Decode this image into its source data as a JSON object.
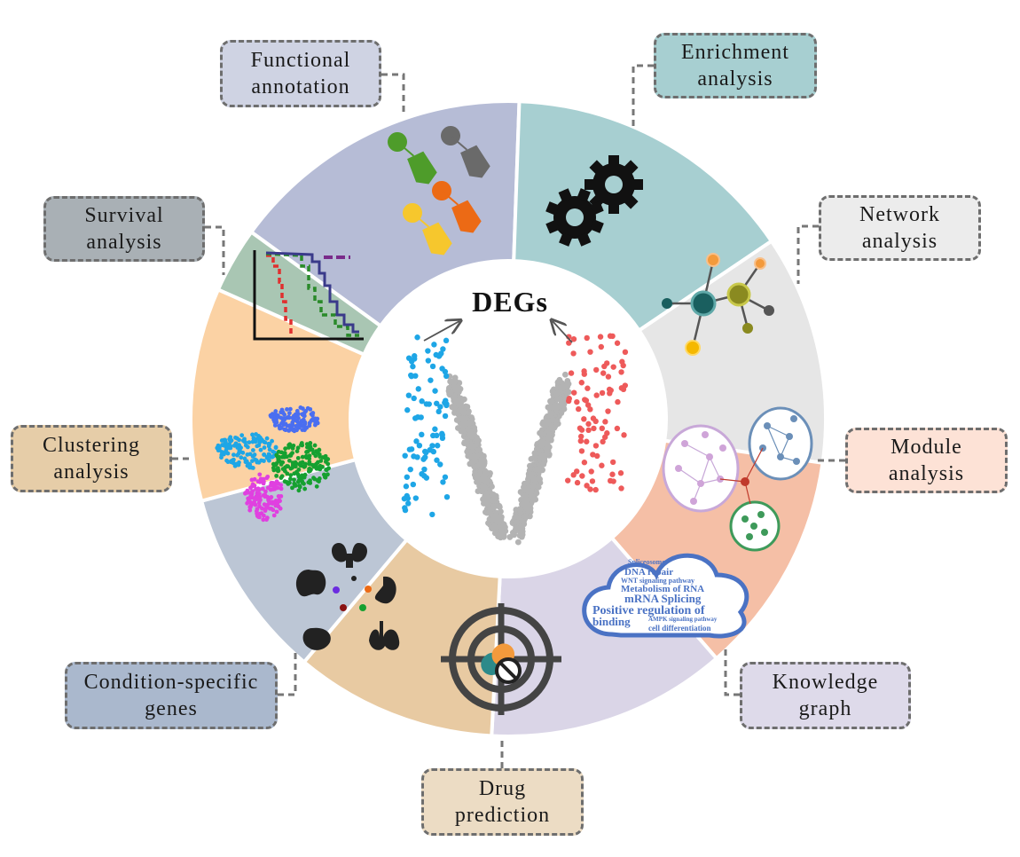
{
  "center": {
    "title": "DEGs"
  },
  "segments": [
    {
      "id": "functional-annotation",
      "label_lines": [
        "Functional",
        "annotation"
      ],
      "fill": "#b6bcd6",
      "box_color": "#cfd3e3"
    },
    {
      "id": "enrichment-analysis",
      "label_lines": [
        "Enrichment",
        "analysis"
      ],
      "fill": "#a7cfd1",
      "box_color": "#a7cfd1"
    },
    {
      "id": "network-analysis",
      "label_lines": [
        "Network",
        "analysis"
      ],
      "fill": "#e6e6e6",
      "box_color": "#ececec"
    },
    {
      "id": "module-analysis",
      "label_lines": [
        "Module",
        "analysis"
      ],
      "fill": "#f5bfa6",
      "box_color": "#fde2d6"
    },
    {
      "id": "knowledge-graph",
      "label_lines": [
        "Knowledge",
        "graph"
      ],
      "fill": "#dad5e7",
      "box_color": "#dedaea"
    },
    {
      "id": "drug-prediction",
      "label_lines": [
        "Drug",
        "prediction"
      ],
      "fill": "#e8caa2",
      "box_color": "#ecdcc4"
    },
    {
      "id": "condition-specific-genes",
      "label_lines": [
        "Condition-specific",
        "genes"
      ],
      "fill": "#bcc6d5",
      "box_color": "#aab8cd"
    },
    {
      "id": "clustering-analysis",
      "label_lines": [
        "Clustering",
        "analysis"
      ],
      "fill": "#fbd2a4",
      "box_color": "#e6cda8"
    },
    {
      "id": "survival-analysis",
      "label_lines": [
        "Survival",
        "analysis"
      ],
      "fill": "#a9c6b3",
      "box_color": "#a9b0b5"
    }
  ],
  "word_cloud": {
    "words": [
      "Spliceosome",
      "DNA repair",
      "WNT signaling pathway",
      "Metabolism of RNA",
      "mRNA Splicing",
      "Positive regulation of",
      "binding",
      "AMPK signaling pathway",
      "cell differentiation"
    ]
  },
  "colors": {
    "up": "#ee5a5a",
    "down": "#1ea6e6",
    "nonsig": "#b3b3b3",
    "divider": "#ffffff"
  }
}
